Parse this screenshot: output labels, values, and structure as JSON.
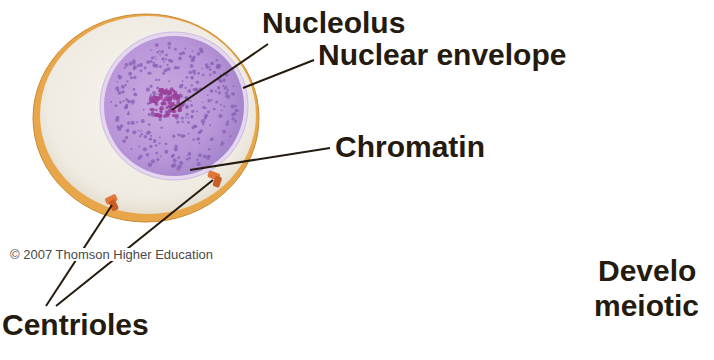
{
  "diagram": {
    "labels": [
      "Nucleolus",
      "Nuclear envelope",
      "Chromatin",
      "© 2007 Thomson Higher Education",
      "Centrioles",
      "Develo",
      "meiotic"
    ]
  }
}
